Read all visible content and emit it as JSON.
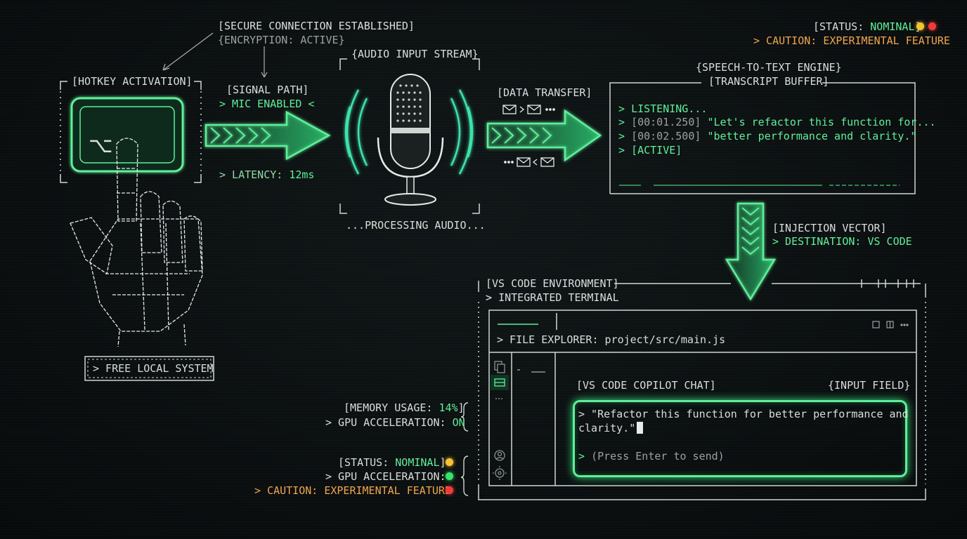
{
  "header": {
    "secure_connection": "[SECURE CONNECTION ESTABLISHED]",
    "encryption_label": "{ENCRYPTION: ",
    "encryption_value": "ACTIVE",
    "encryption_close": "}"
  },
  "top_status": {
    "status_label": "[STATUS: ",
    "status_value": "NOMINAL",
    "status_close": "]",
    "caution": "> CAUTION: EXPERIMENTAL FEATURE"
  },
  "hotkey": {
    "title": "[HOTKEY ACTIVATION]",
    "key_symbol": "⌥",
    "footer": "> FREE LOCAL SYSTEM"
  },
  "signal": {
    "title": "[SIGNAL PATH]",
    "mic": "> MIC ENABLED <",
    "latency_label": "> LATENCY: ",
    "latency_value": "12ms"
  },
  "audio": {
    "title": "{AUDIO INPUT STREAM}",
    "footer": "...PROCESSING AUDIO..."
  },
  "data_transfer": {
    "title": "[DATA TRANSFER]"
  },
  "stt": {
    "title": "{SPEECH-TO-TEXT ENGINE}",
    "subtitle": "[TRANSCRIPT BUFFER]",
    "lines": [
      {
        "prefix": "> ",
        "time": "",
        "text": "LISTENING..."
      },
      {
        "prefix": "> ",
        "time": "[00:01.250] ",
        "text": "\"Let's refactor this function for..."
      },
      {
        "prefix": "> ",
        "time": "[00:02.500] ",
        "text": "\"better performance and clarity.\""
      },
      {
        "prefix": "> ",
        "time": "",
        "text": "[ACTIVE]"
      }
    ]
  },
  "injection": {
    "title": "[INJECTION VECTOR]",
    "destination": "> DESTINATION: VS CODE"
  },
  "vscode": {
    "title": "[VS CODE ENVIRONMENT]",
    "terminal": "> INTEGRATED TERMINAL",
    "file_explorer_label": "> FILE EXPLORER: ",
    "file_path": "project/src/main.js",
    "chat_title": "[VS CODE COPILOT CHAT]",
    "input_field": "{INPUT FIELD}",
    "input_text_line1": "> \"Refactor this function for better performance and",
    "input_text_line2": "clarity.\"",
    "send_hint_prefix": "> ",
    "send_hint": "(Press Enter to send)"
  },
  "metrics": {
    "memory_label": "[MEMORY USAGE: ",
    "memory_value": "14%",
    "memory_close": "]",
    "gpu_label": "> GPU ACCELERATION: ",
    "gpu_value": "ON"
  },
  "bottom_status": {
    "status_label": "[STATUS: ",
    "status_value": "NOMINAL",
    "status_close": "]",
    "gpu": "> GPU ACCELERATION:",
    "caution": "> CAUTION: EXPERIMENTAL FEATURE"
  },
  "colors": {
    "accent_green": "#5ef09a",
    "warning_orange": "#f0a64a",
    "status_yellow": "#f5c431",
    "status_green": "#38e36b",
    "status_red": "#f23a3a"
  },
  "icons": [
    "hand-icon",
    "option-key-icon",
    "microphone-icon",
    "arrow-right-icon",
    "arrow-down-icon",
    "envelope-icon",
    "files-icon",
    "extensions-icon",
    "account-icon",
    "gear-icon"
  ]
}
